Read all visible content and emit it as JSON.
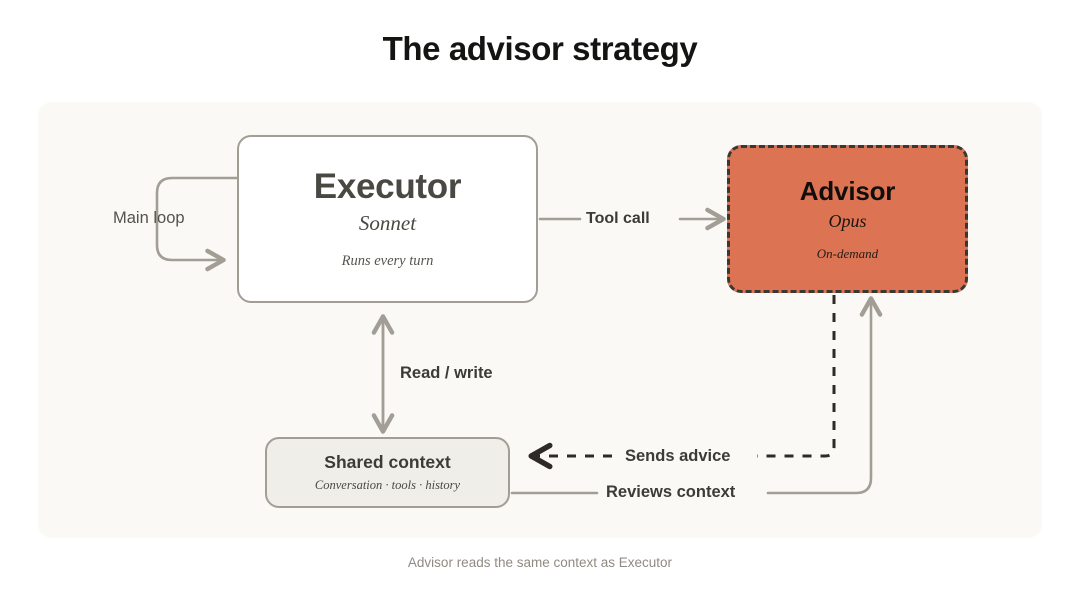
{
  "title": "The advisor strategy",
  "caption": "Advisor reads the same context as Executor",
  "colors": {
    "page_background": "#FFFFFF",
    "panel_background": "#FAF9F5",
    "advisor_fill": "#DC7454",
    "advisor_border": "#3A3833",
    "node_border": "#A39E95",
    "context_fill": "#F0EEE8",
    "wire": "#A39E95",
    "dashed_wire": "#2E2B26",
    "title_text": "#141413",
    "caption_text": "#8F8B83"
  },
  "nodes": {
    "executor": {
      "title": "Executor",
      "subtitle": "Sonnet",
      "note": "Runs every turn"
    },
    "advisor": {
      "title": "Advisor",
      "subtitle": "Opus",
      "note": "On-demand"
    },
    "shared_context": {
      "title": "Shared context",
      "subtitle": "Conversation · tools · history"
    }
  },
  "edges": {
    "main_loop": "Main loop",
    "tool_call": "Tool call",
    "read_write": "Read / write",
    "sends_advice": "Sends advice",
    "reviews_context": "Reviews context"
  }
}
